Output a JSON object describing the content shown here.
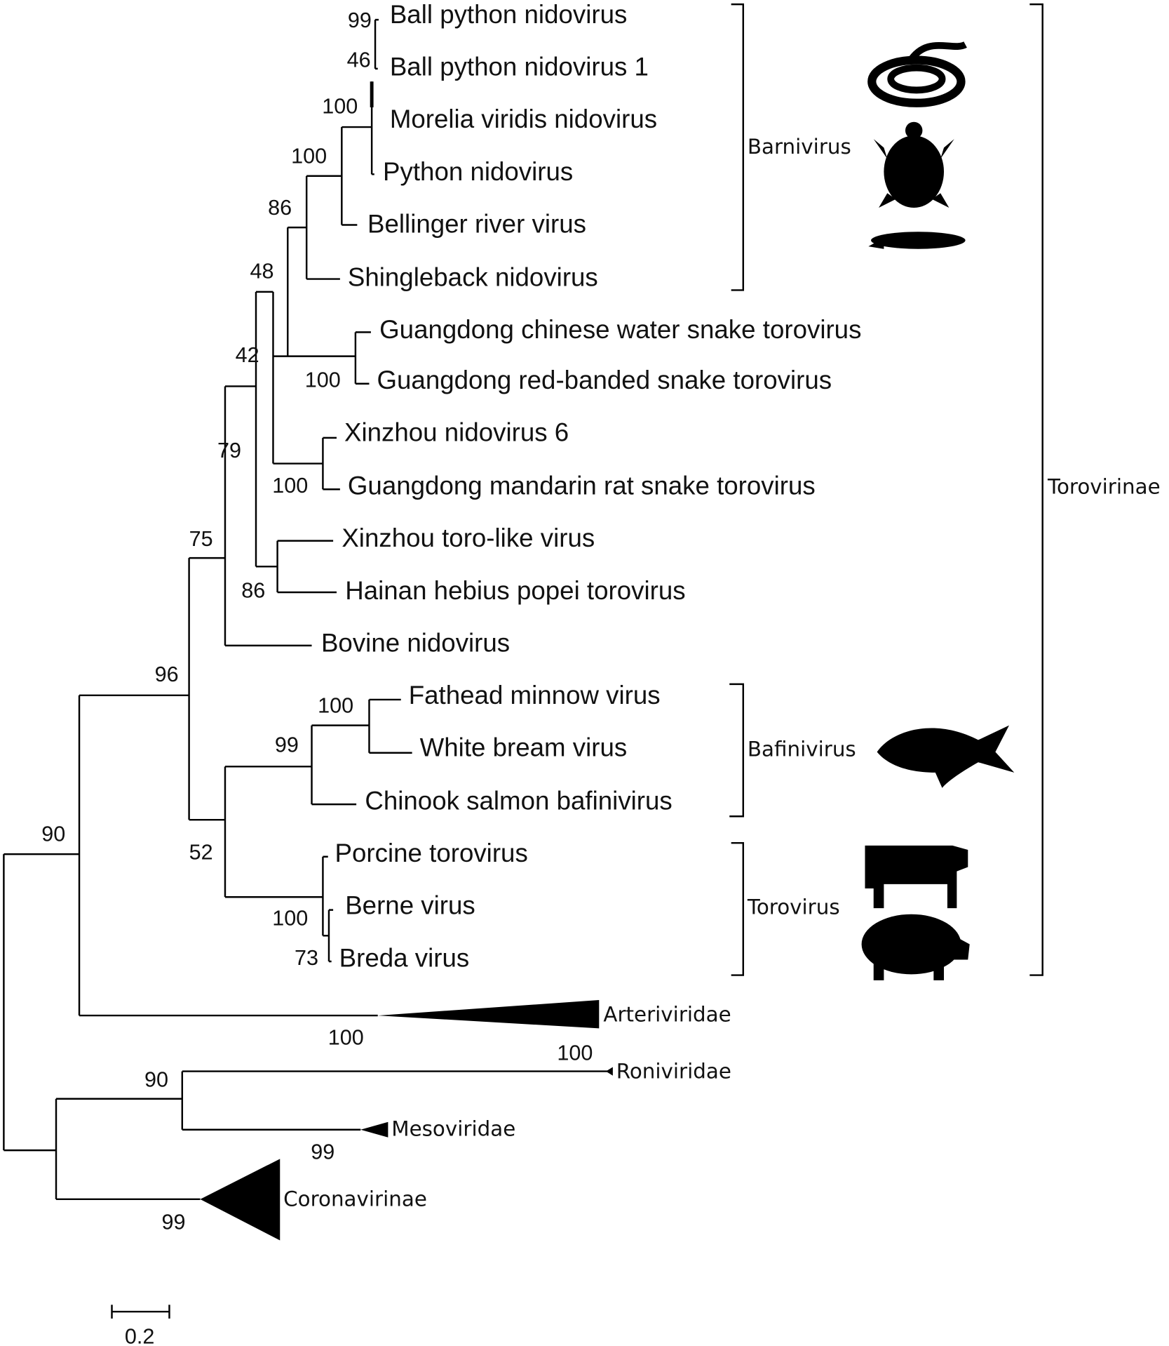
{
  "taxa": [
    "Ball python nidovirus",
    "Ball python nidovirus 1",
    "Morelia viridis nidovirus",
    "Python nidovirus",
    "Bellinger river virus",
    "Shingleback nidovirus",
    "Guangdong chinese water snake torovirus",
    "Guangdong red-banded snake torovirus",
    "Xinzhou nidovirus 6",
    "Guangdong mandarin rat snake torovirus",
    "Xinzhou toro-like virus",
    "Hainan hebius popei torovirus",
    "Bovine nidovirus",
    "Fathead minnow virus",
    "White bream virus",
    "Chinook salmon bafinivirus",
    "Porcine torovirus",
    "Berne virus",
    "Breda virus"
  ],
  "collapsed": [
    "Arteriviridae",
    "Roniviridae",
    "Mesoviridae",
    "Coronavirinae"
  ],
  "support": [
    "99",
    "46",
    "100",
    "100",
    "86",
    "48",
    "42",
    "100",
    "100",
    "79",
    "86",
    "75",
    "96",
    "100",
    "99",
    "52",
    "100",
    "73",
    "90",
    "100",
    "100",
    "90",
    "99",
    "99"
  ],
  "groups": {
    "barnivirus": "Barnivirus",
    "bafinivirus": "Bafinivirus",
    "torovirus": "Torovirus",
    "torovirinae": "Torovirinae"
  },
  "scale_bar": {
    "label": "0.2",
    "value": 0.2
  }
}
